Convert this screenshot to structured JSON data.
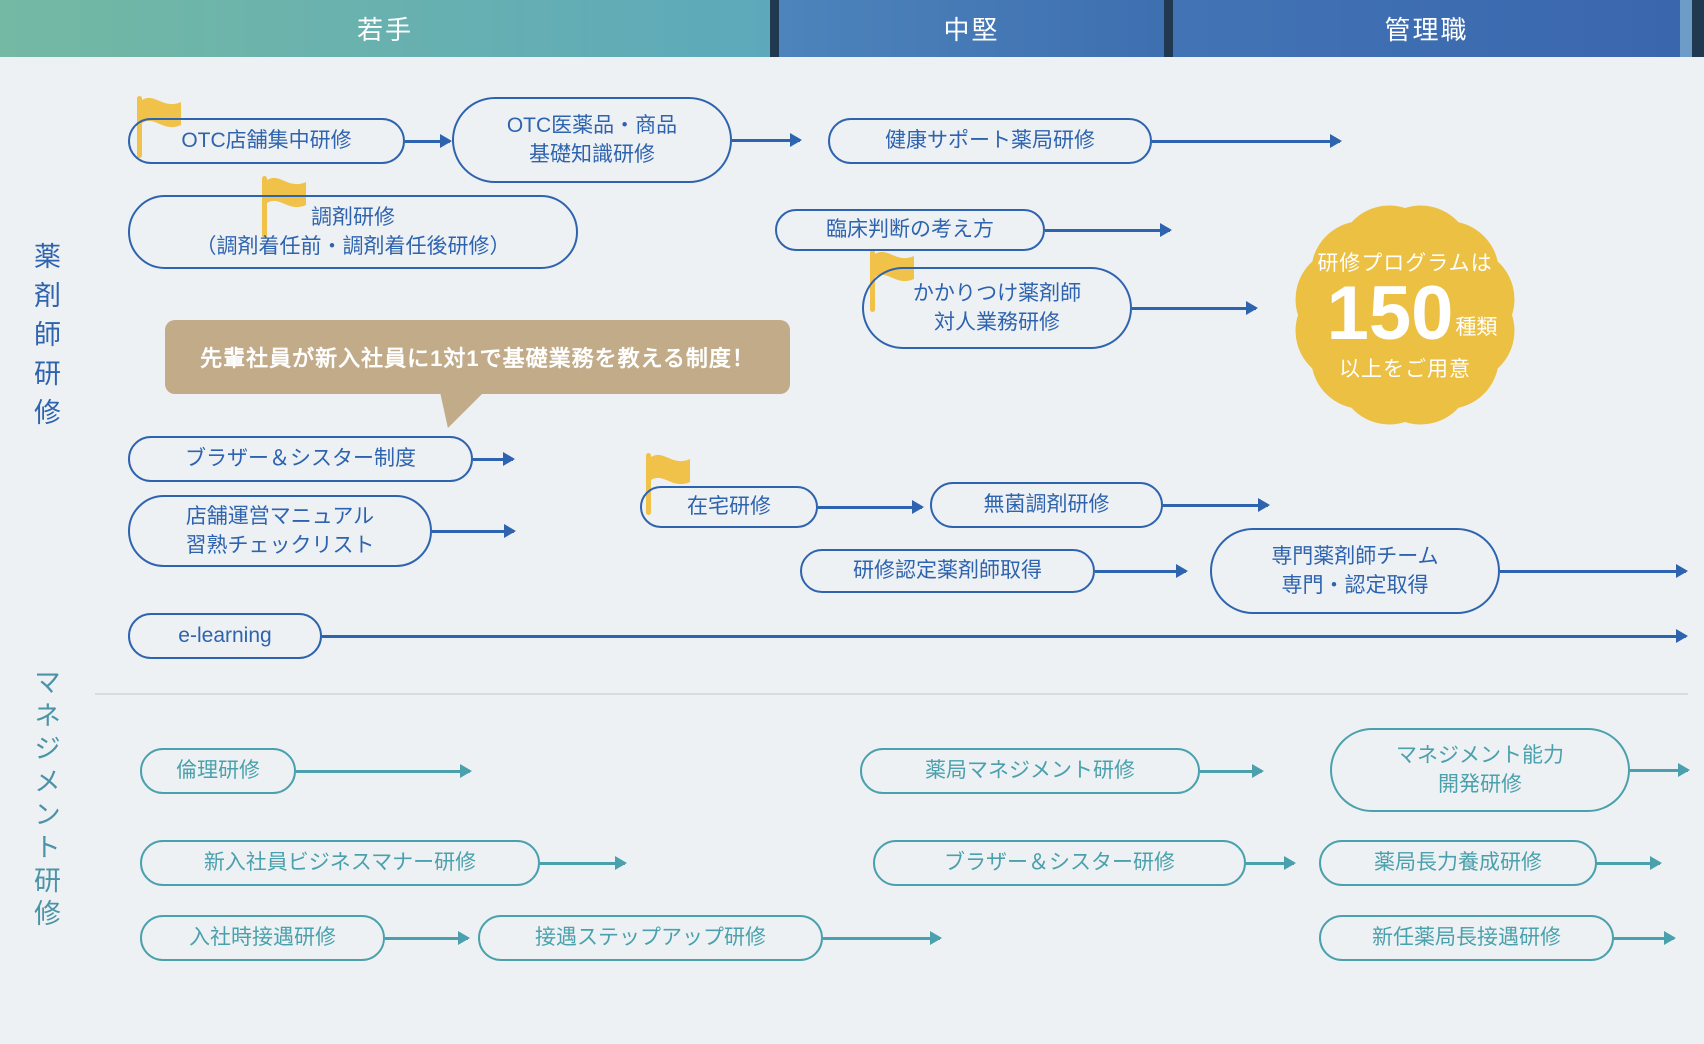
{
  "header": {
    "columns": [
      {
        "label": "若手"
      },
      {
        "label": "中堅"
      },
      {
        "label": "管理職"
      }
    ]
  },
  "pharmacist_section": {
    "label": "薬剤師研修",
    "boxes": {
      "otc_store": "OTC店舗集中研修",
      "otc_knowledge": "OTC医薬品・商品\n基礎知識研修",
      "health_support": "健康サポート薬局研修",
      "dispensing": "調剤研修\n（調剤着任前・調剤着任後研修）",
      "clinical_judgment": "臨床判断の考え方",
      "kakaritsuke": "かかりつけ薬剤師\n対人業務研修",
      "brother_sister_system": "ブラザー＆シスター制度",
      "home_care": "在宅研修",
      "aseptic": "無菌調剤研修",
      "store_manual": "店舗運営マニュアル\n習熟チェックリスト",
      "certified": "研修認定薬剤師取得",
      "specialist_team": "専門薬剤師チーム\n専門・認定取得",
      "elearning": "e-learning"
    }
  },
  "management_section": {
    "label": "マネジメント研修",
    "boxes": {
      "ethics": "倫理研修",
      "pharmacy_management": "薬局マネジメント研修",
      "management_skill": "マネジメント能力\n開発研修",
      "business_manner": "新入社員ビジネスマナー研修",
      "brother_sister_training": "ブラザー＆シスター研修",
      "manager_training": "薬局長力養成研修",
      "onboarding_reception": "入社時接遇研修",
      "reception_stepup": "接遇ステップアップ研修",
      "new_manager_reception": "新任薬局長接遇研修"
    }
  },
  "tooltip": {
    "text": "先輩社員が新入社員に1対1で基礎業務を教える制度！"
  },
  "badge": {
    "line1": "研修プログラムは",
    "number": "150",
    "unit": "種類",
    "line2": "以上をご用意"
  },
  "colors": {
    "background": "#eef1f3",
    "primary_blue": "#2e63af",
    "teal": "#4aa1ad",
    "teal_label": "#4a93a8",
    "flag_yellow": "#f0c24a",
    "badge_yellow": "#ecc043",
    "tooltip_tan": "#c2ab88",
    "header_teal_start": "#74b9a3",
    "header_teal_end": "#5da9bb",
    "header_mid_start": "#4d84bb",
    "header_mid_end": "#3e6fb0",
    "header_right_start": "#4274b5",
    "header_right_end": "#3a66ae",
    "header_divider": "#203850",
    "divider_line": "#d9dcd9"
  }
}
